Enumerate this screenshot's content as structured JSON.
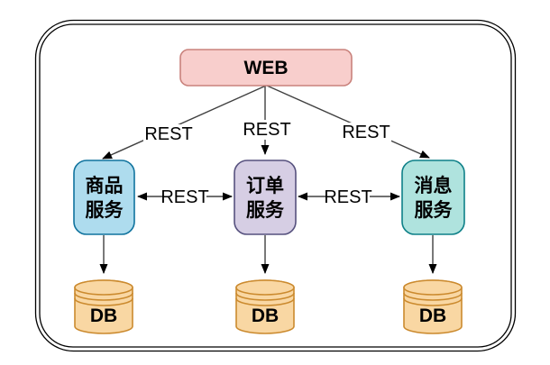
{
  "diagram": {
    "nodes": {
      "web": {
        "label": "WEB",
        "fill": "#F8CECC",
        "stroke": "#C9827C"
      },
      "services": [
        {
          "name": "product-service",
          "line1": "商品",
          "line2": "服务",
          "fill": "#AEDCEE",
          "stroke": "#10739E"
        },
        {
          "name": "order-service",
          "line1": "订单",
          "line2": "服务",
          "fill": "#D6CEE4",
          "stroke": "#56517E"
        },
        {
          "name": "message-service",
          "line1": "消息",
          "line2": "服务",
          "fill": "#AFE3DE",
          "stroke": "#0E8088"
        }
      ],
      "databases": [
        {
          "label": "DB"
        },
        {
          "label": "DB"
        },
        {
          "label": "DB"
        }
      ],
      "database_style": {
        "fill": "#F9D7A3",
        "stroke": "#CB8A2E"
      }
    },
    "edges": {
      "web_product_label": "REST",
      "web_order_label": "REST",
      "web_message_label": "REST",
      "product_order_label": "REST",
      "order_message_label": "REST"
    },
    "colors": {
      "line": "#404040",
      "frame_border": "#000000",
      "background": "#FFFFFF"
    }
  }
}
